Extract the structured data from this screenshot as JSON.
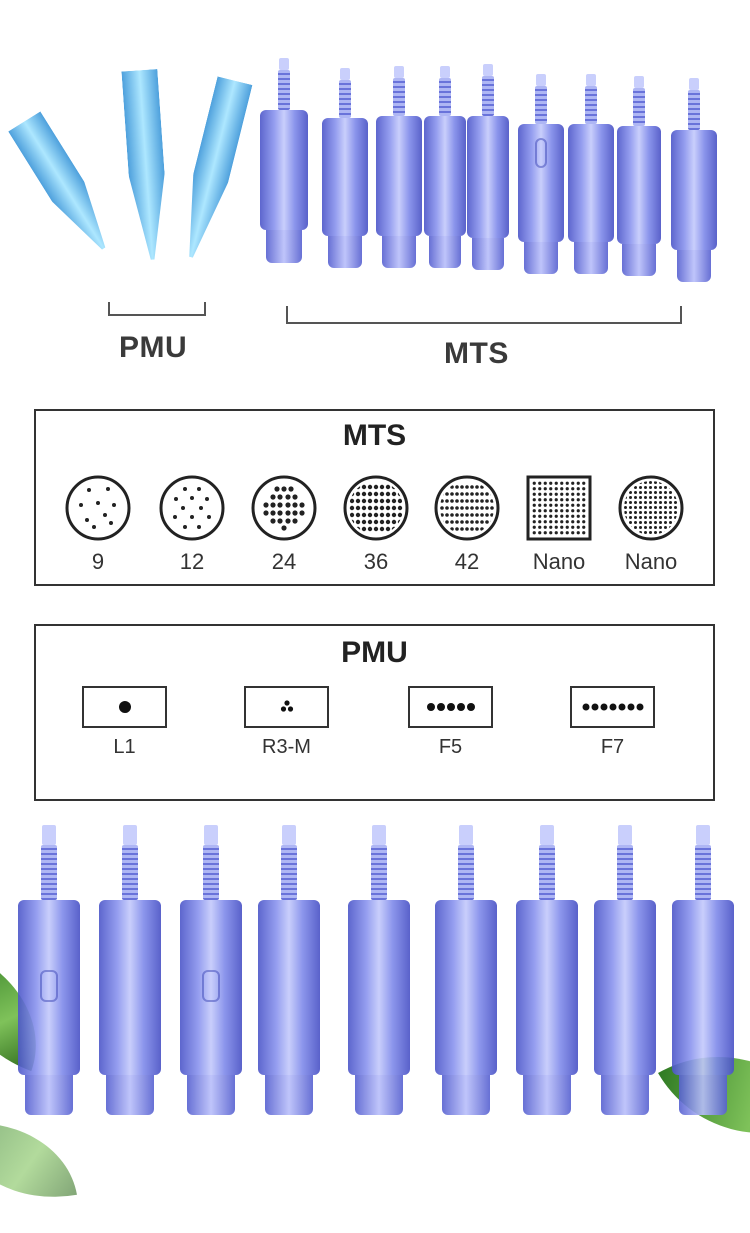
{
  "top_photo": {
    "description": "Product photo of needle cartridges: 3 PMU cartridges on left, 9 MTS cartridges on right",
    "pmu_count": 3,
    "mts_count": 9,
    "brackets": [
      {
        "label": "PMU"
      },
      {
        "label": "MTS"
      }
    ]
  },
  "mts_panel": {
    "title": "MTS",
    "items": [
      {
        "label": "9",
        "shape": "circle",
        "pattern": "scattered-9"
      },
      {
        "label": "12",
        "shape": "circle",
        "pattern": "scattered-12"
      },
      {
        "label": "24",
        "shape": "circle",
        "pattern": "grid-24"
      },
      {
        "label": "36",
        "shape": "circle",
        "pattern": "grid-36"
      },
      {
        "label": "42",
        "shape": "circle",
        "pattern": "grid-42"
      },
      {
        "label": "Nano",
        "shape": "square",
        "pattern": "dense-grid"
      },
      {
        "label": "Nano",
        "shape": "circle",
        "pattern": "dense-grid"
      }
    ]
  },
  "pmu_panel": {
    "title": "PMU",
    "items": [
      {
        "label": "L1",
        "pattern": "single-dot"
      },
      {
        "label": "R3-M",
        "pattern": "three-dot-cluster"
      },
      {
        "label": "F5",
        "pattern": "five-dot-row"
      },
      {
        "label": "F7",
        "pattern": "seven-dot-row"
      }
    ]
  },
  "bottom_photo": {
    "description": "Close-up photo of 9 blue MTS needle cartridges with green leaves on the sides",
    "cartridge_count": 9
  },
  "colors": {
    "cartridge_blue": "#6b76e0",
    "pmu_cyan": "#5cc4f0",
    "panel_border": "#333333",
    "text": "#333333",
    "leaf_green": "#4e9a34"
  }
}
